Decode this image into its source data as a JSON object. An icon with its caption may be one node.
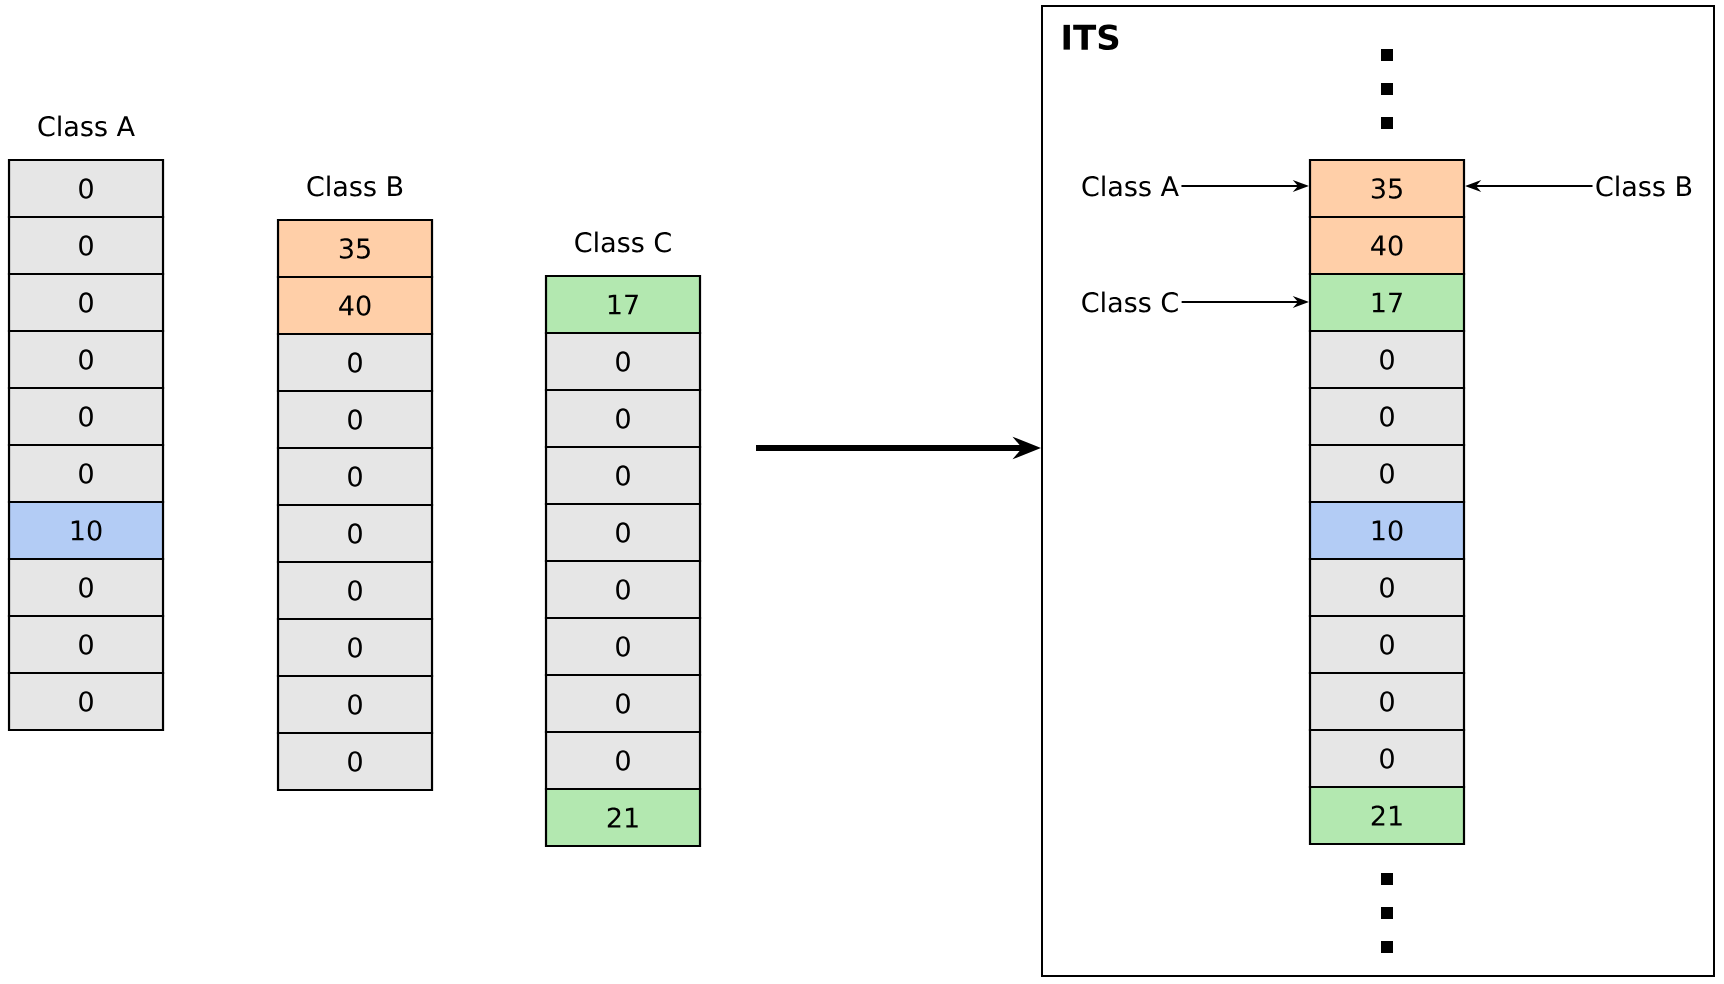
{
  "diagram": {
    "nodes": [
      {
        "text": [
          "0"
        ]
      },
      {
        "text": [
          "0"
        ]
      },
      {
        "text": [
          "0"
        ]
      },
      {
        "text": [
          "0"
        ]
      },
      {
        "text": [
          "0"
        ]
      },
      {
        "text": [
          "0"
        ]
      },
      {
        "text": [
          "10"
        ]
      },
      {
        "text": [
          "0"
        ]
      },
      {
        "text": [
          "0"
        ]
      },
      {
        "text": [
          "0"
        ]
      },
      {
        "text": [
          "35"
        ]
      },
      {
        "text": [
          "40"
        ]
      },
      {
        "text": [
          "0"
        ]
      },
      {
        "text": [
          "0"
        ]
      },
      {
        "text": [
          "0"
        ]
      },
      {
        "text": [
          "0"
        ]
      },
      {
        "text": [
          "0"
        ]
      },
      {
        "text": [
          "0"
        ]
      },
      {
        "text": [
          "0"
        ]
      },
      {
        "text": [
          "0"
        ]
      },
      {
        "text": [
          "17"
        ]
      },
      {
        "text": [
          "0"
        ]
      },
      {
        "text": [
          "0"
        ]
      },
      {
        "text": [
          "0"
        ]
      },
      {
        "text": [
          "0"
        ]
      },
      {
        "text": [
          "0"
        ]
      },
      {
        "text": [
          "0"
        ]
      },
      {
        "text": [
          "0"
        ]
      },
      {
        "text": [
          "0"
        ]
      },
      {
        "text": [
          "21"
        ]
      },
      {
        "text": [
          "ITS"
        ]
      },
      {
        "text": [
          "Class A"
        ],
        "in": 30
      },
      {
        "text": [
          "Class B"
        ],
        "in": 30
      },
      {
        "text": [
          "Class C"
        ],
        "in": 30
      },
      {
        "text": [
          "35"
        ],
        "in": 30
      },
      {
        "text": [
          "40"
        ],
        "in": 30
      },
      {
        "text": [
          "17"
        ],
        "in": 30
      },
      {
        "text": [
          "0"
        ],
        "in": 30
      },
      {
        "text": [
          "0"
        ],
        "in": 30
      },
      {
        "text": [
          "0"
        ],
        "in": 30
      },
      {
        "text": [
          "10"
        ],
        "in": 30
      },
      {
        "text": [
          "0"
        ],
        "in": 30
      },
      {
        "text": [
          "0"
        ],
        "in": 30
      },
      {
        "text": [
          "0"
        ],
        "in": 30
      },
      {
        "text": [
          "0"
        ],
        "in": 30
      },
      {
        "text": [
          "21"
        ],
        "in": 30
      }
    ],
    "edges": [
      {
        "from": null,
        "to": 30,
        "arrow": "to",
        "style": "thick"
      },
      {
        "from": 31,
        "to": 34,
        "arrow": "to"
      },
      {
        "from": 32,
        "to": 34,
        "arrow": "to"
      },
      {
        "from": 33,
        "to": 36,
        "arrow": "to"
      }
    ],
    "labels": [
      "Class A",
      "Class B",
      "Class C"
    ]
  }
}
